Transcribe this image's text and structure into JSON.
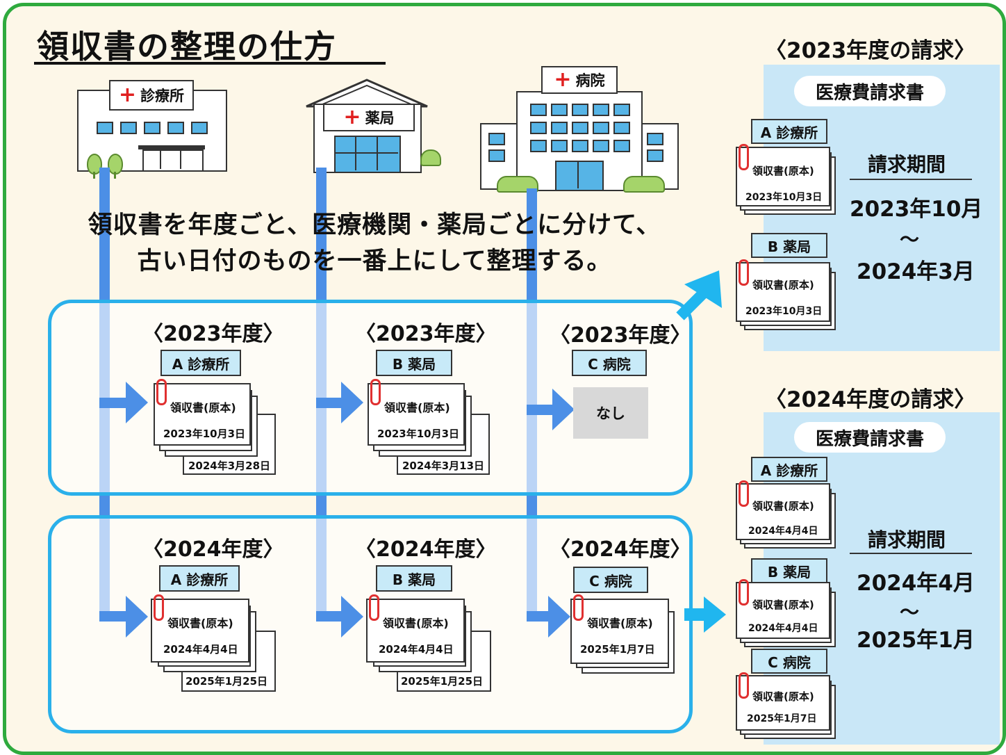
{
  "title": "領収書の整理の仕方",
  "instruction": {
    "line1": "領収書を年度ごと、医療機関・薬局ごとに分けて、",
    "line2": "古い日付のものを一番上にして整理する。"
  },
  "icons": {
    "cross": "+"
  },
  "colors": {
    "frame": "#2eaa3e",
    "background": "#fdf7e8",
    "flow": "#4c8fe6",
    "box_border": "#2ab0ea",
    "panel": "#c9e7f7",
    "cross": "#e02020"
  },
  "buildings": {
    "clinic": "診療所",
    "pharmacy": "薬局",
    "hospital": "病院"
  },
  "rows": [
    {
      "year_label": "〈2023年度〉",
      "columns": [
        {
          "tag": "A 診療所",
          "receipt_title": "領収書(原本)",
          "front_date": "2023年10月3日",
          "back_date": "2024年3月28日"
        },
        {
          "tag": "B 薬局",
          "receipt_title": "領収書(原本)",
          "front_date": "2023年10月3日",
          "back_date": "2024年3月13日"
        },
        {
          "tag": "C 病院",
          "none_text": "なし"
        }
      ]
    },
    {
      "year_label": "〈2024年度〉",
      "columns": [
        {
          "tag": "A 診療所",
          "receipt_title": "領収書(原本)",
          "front_date": "2024年4月4日",
          "back_date": "2025年1月25日"
        },
        {
          "tag": "B 薬局",
          "receipt_title": "領収書(原本)",
          "front_date": "2024年4月4日",
          "back_date": "2025年1月25日"
        },
        {
          "tag": "C 病院",
          "receipt_title": "領収書(原本)",
          "front_date": "2025年1月7日"
        }
      ]
    }
  ],
  "claims": [
    {
      "title": "〈2023年度の請求〉",
      "form": "医療費請求書",
      "items": [
        {
          "tag": "A 診療所",
          "receipt_title": "領収書(原本)",
          "date": "2023年10月3日"
        },
        {
          "tag": "B 薬局",
          "receipt_title": "領収書(原本)",
          "date": "2023年10月3日"
        }
      ],
      "period_label": "請求期間",
      "period_from": "2023年10月",
      "period_sep": "〜",
      "period_to": "2024年3月"
    },
    {
      "title": "〈2024年度の請求〉",
      "form": "医療費請求書",
      "items": [
        {
          "tag": "A 診療所",
          "receipt_title": "領収書(原本)",
          "date": "2024年4月4日"
        },
        {
          "tag": "B 薬局",
          "receipt_title": "領収書(原本)",
          "date": "2024年4月4日"
        },
        {
          "tag": "C 病院",
          "receipt_title": "領収書(原本)",
          "date": "2025年1月7日"
        }
      ],
      "period_label": "請求期間",
      "period_from": "2024年4月",
      "period_sep": "〜",
      "period_to": "2025年1月"
    }
  ]
}
